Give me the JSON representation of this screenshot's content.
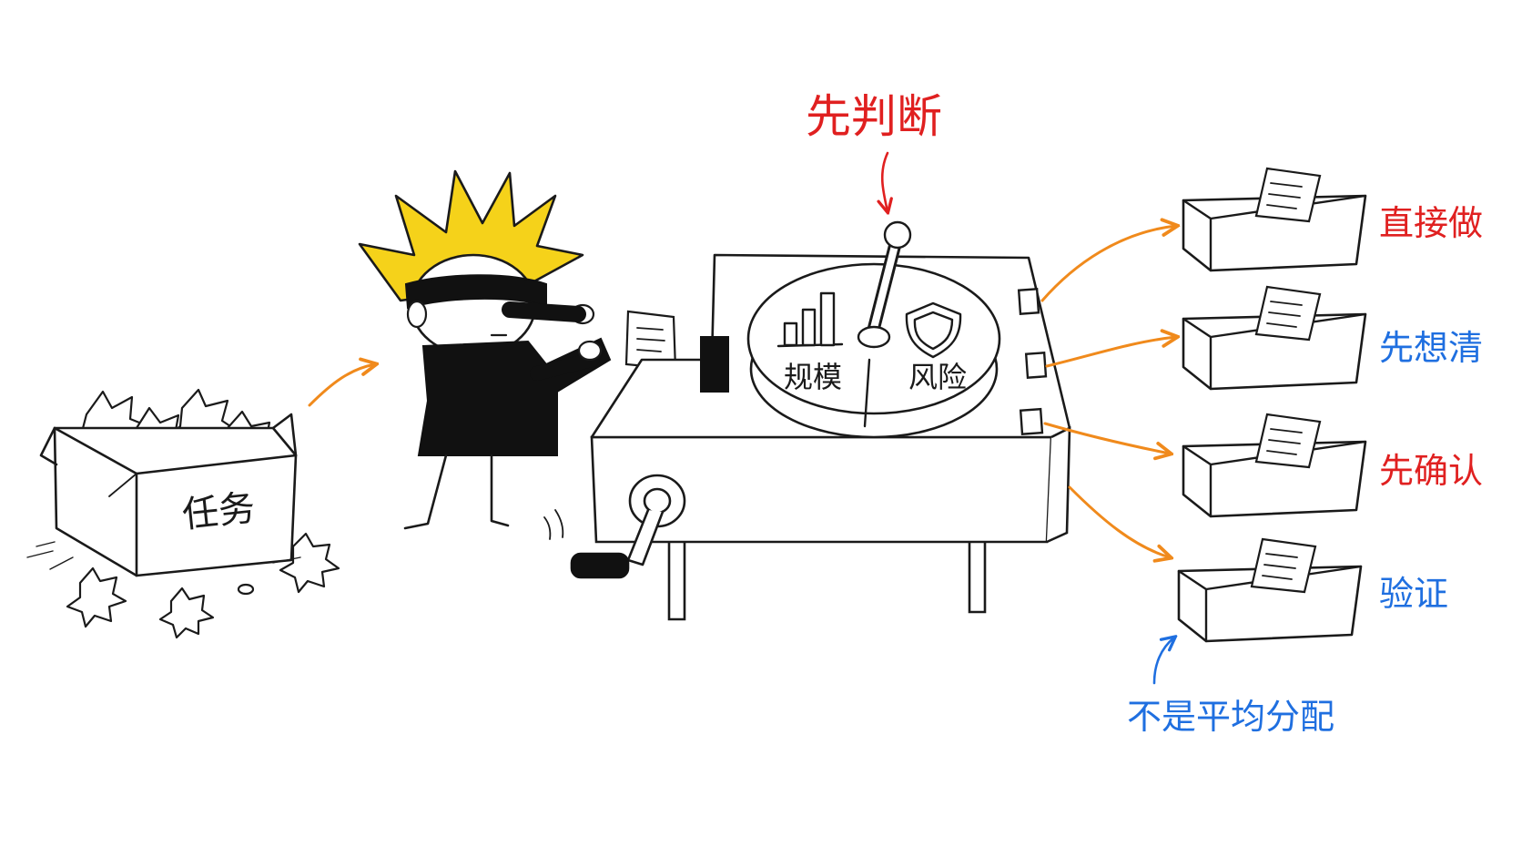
{
  "labels": {
    "task_box": "任务",
    "judge_first": "先判断",
    "dial_left": "规模",
    "dial_right": "风险",
    "not_even": "不是平均分配"
  },
  "outputs": [
    {
      "label": "直接做",
      "color": "#e02020"
    },
    {
      "label": "先想清",
      "color": "#1f6fe0"
    },
    {
      "label": "先确认",
      "color": "#e02020"
    },
    {
      "label": "验证",
      "color": "#1f6fe0"
    }
  ],
  "colors": {
    "ink": "#1a1a1a",
    "arrow_orange": "#f08a1c",
    "accent_red": "#e02020",
    "accent_blue": "#1f6fe0",
    "hair_yellow": "#f5d21a"
  },
  "icons": {
    "dial_left_icon": "bar-chart-icon",
    "dial_right_icon": "shield-icon"
  }
}
